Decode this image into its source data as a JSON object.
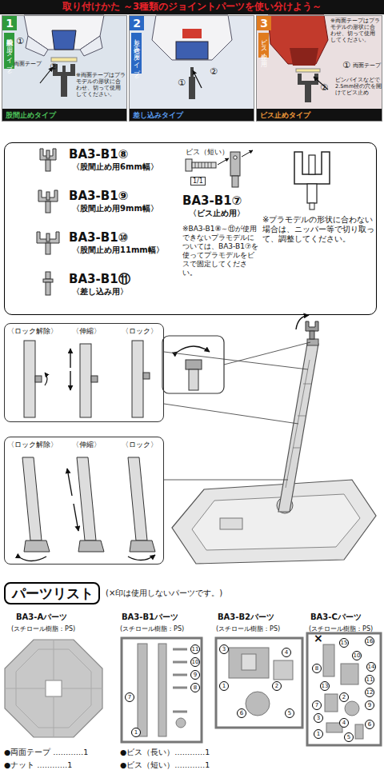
{
  "diagram": {
    "title": "取り付けかた ～3種類のジョイントパーツを使い分けよう～",
    "nodes": [
      {
        "text": [
          "1",
          "股間止め用（Yタイプ）",
          "両面テープ",
          "※両面テープはプラモデルの形状に合わせ、切って使用してください。",
          "股間止めタイプ"
        ]
      },
      {
        "text": [
          "2",
          "差し込み用（Iタイプ）",
          "差し込みタイプ"
        ]
      },
      {
        "text": [
          "3",
          "ビス止め用",
          "※両面テープはプラモデルの形状に合わせ、切って使用してください。",
          "両面テープ",
          "ピンバイスなどで2.5mm径の穴を開けてビス止め",
          "ビス止めタイプ"
        ]
      },
      {
        "text": [
          "BA3-B1⑧",
          "〈股間止め用6mm幅〉",
          "BA3-B1⑨",
          "〈股間止め用9mm幅〉",
          "BA3-B1⑩",
          "〈股間止め用11mm幅〉",
          "BA3-B1⑪",
          "〈差し込み用〉",
          "ビス（短い）",
          "1/1",
          "BA3-B1⑦",
          "〈ビス止め用〉",
          "※BA3-B1⑧～⑪が使用できないプラモデルについては、BA3-B1⑦を使ってプラモデルをビスで固定してください。",
          "※プラモデルの形状に合わない場合は、ニッパー等で切り取って、調整してください。"
        ]
      },
      {
        "text": [
          "〈ロック解除〉",
          "〈伸縮〉",
          "〈ロック〉"
        ]
      },
      {
        "text": [
          "〈ロック解除〉",
          "〈伸縮〉",
          "〈ロック〉"
        ]
      },
      {
        "text": [
          "パーツリスト"
        ]
      }
    ],
    "labels": [
      "①",
      "②",
      "①",
      "②",
      "①",
      "②",
      "(×印は使用しないパーツです。)",
      "BA3-Aパーツ",
      "(スチロール樹脂：PS)",
      "BA3-B1パーツ",
      "(スチロール樹脂：PS)",
      "BA3-B2パーツ",
      "(スチロール樹脂：PS)",
      "BA3-Cパーツ",
      "(スチロール樹脂：PS)",
      "×",
      "11",
      "10",
      "9",
      "8",
      "7",
      "1",
      "3",
      "1",
      "2",
      "4",
      "6",
      "5",
      "16",
      "15",
      "10",
      "14",
      "8",
      "11",
      "13",
      "12",
      "2",
      "7",
      "9",
      "3",
      "4",
      "6",
      "1",
      "5",
      "●両面テープ …………1",
      "●ナット …………1",
      "●ビス（長い）…………1",
      "●ビス（短い）…………1"
    ]
  }
}
